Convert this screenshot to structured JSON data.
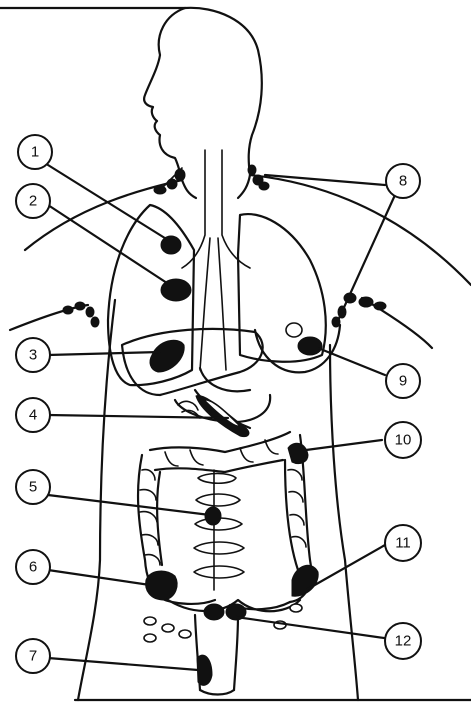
{
  "labels": {
    "l1": "1",
    "l2": "2",
    "l3": "3",
    "l4": "4",
    "l5": "5",
    "l6": "6",
    "l7": "7",
    "l8": "8",
    "l9": "9",
    "l10": "10",
    "l11": "11",
    "l12": "12"
  },
  "colors": {
    "ink": "#111111",
    "paper": "#ffffff"
  }
}
